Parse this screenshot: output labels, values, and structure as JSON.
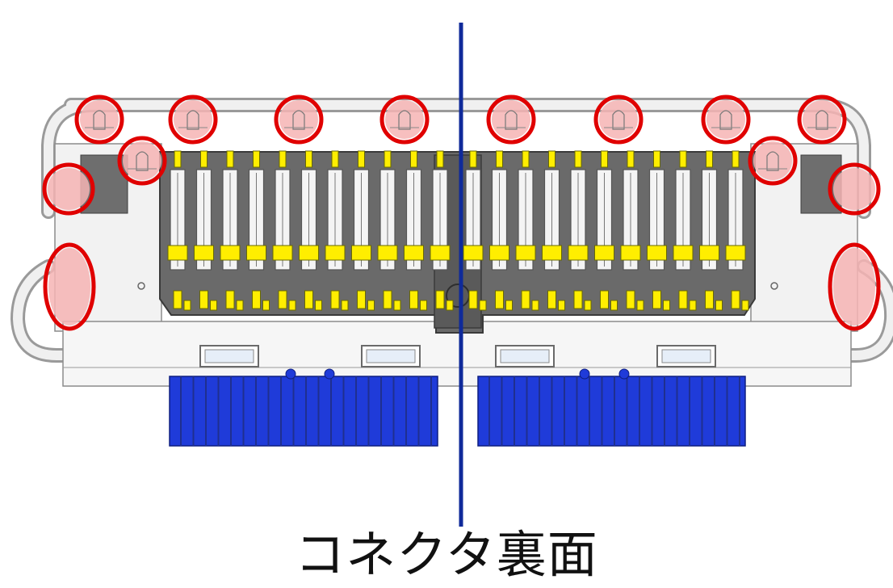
{
  "caption": "コネクタ裏面",
  "colors": {
    "frame": "#ededed",
    "frame_edge": "#8c8c8c",
    "housing": "#646464",
    "housing_dark": "#4a4a4a",
    "pin_yellow": "#ffee00",
    "pin_white": "#f4f4f4",
    "blue_block": "#1f3bd9",
    "blue_line": "#1f2f8f",
    "divider": "#0f2a9a",
    "marker_stroke": "#e00000",
    "marker_fill": "#f6b4b4"
  },
  "icons": {
    "marker": "red-circle-marker",
    "divider": "center-divider-line"
  }
}
